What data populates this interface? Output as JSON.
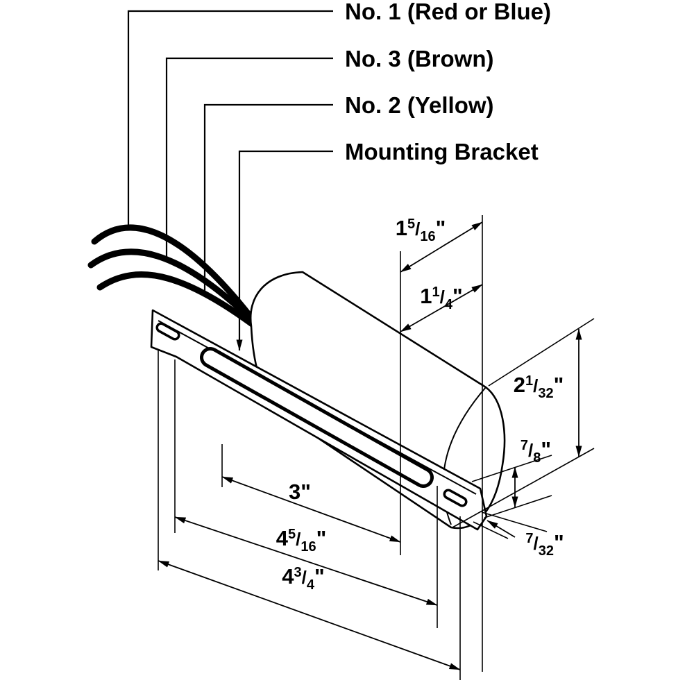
{
  "figure": {
    "background": "#ffffff",
    "line_color": "#000000"
  },
  "callouts": {
    "no1": "No. 1 (Red or Blue)",
    "no3": "No. 3 (Brown)",
    "no2": "No. 2 (Yellow)",
    "bracket": "Mounting Bracket"
  },
  "dimensions": {
    "top_outer": "1 5/16\"",
    "top_inner": "1 1/4\"",
    "overall_height": "2 1/32\"",
    "bracket_face": "7/8\"",
    "tab_offset": "7/32\"",
    "slot_length": "3\"",
    "mid_length": "4 5/16\"",
    "overall_length": "4 3/4\""
  }
}
